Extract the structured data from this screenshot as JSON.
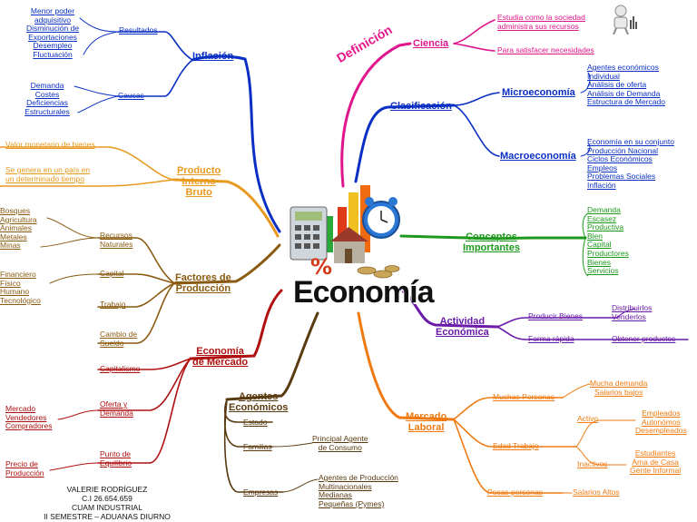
{
  "center": {
    "title": "Economía"
  },
  "definicion_label": "Definición",
  "colors": {
    "blue": "#0a2fc4",
    "magenta": "#e0168c",
    "green": "#1d9a1d",
    "purple": "#6a1aa8",
    "orange": "#f07a10",
    "brown": "#8a5a10",
    "darkred": "#b01010",
    "gold": "#e89a20",
    "darkbrown": "#5a3a10"
  },
  "inflacion": {
    "title": "Inflación",
    "resultados": {
      "label": "Resultados",
      "items": [
        "Menor poder",
        "adquisitivo",
        "Disminución de",
        "Exportaciones",
        "Desempleo",
        "Fluctuación"
      ]
    },
    "causas": {
      "label": "Causas",
      "items": [
        "Demanda",
        "Costes",
        "Deficiencias",
        "Estructurales"
      ]
    }
  },
  "pib": {
    "title": [
      "Producto",
      "Interno",
      "Bruto"
    ],
    "items": [
      [
        "Valor monetario de bienes"
      ],
      [
        "Se genera en un país en",
        "un determinado tiempo"
      ]
    ]
  },
  "factores": {
    "title": [
      "Factores de",
      "Producción"
    ],
    "recursos": {
      "label": [
        "Recursos",
        "Naturales"
      ],
      "items": [
        "Bosques",
        "Agricultura",
        "Animales",
        "Metales",
        "Minas"
      ]
    },
    "capital": {
      "label": "Capital",
      "items": [
        "Financiero",
        "Físico",
        "Humano",
        "Tecnológico"
      ]
    },
    "trabajo": "Trabajo",
    "cambio": [
      "Cambio de",
      "Sueldo"
    ]
  },
  "economia_mercado": {
    "title": [
      "Economía",
      "de Mercado"
    ],
    "capitalismo": "Capitalismo",
    "oferta": {
      "label": [
        "Oferta y",
        "Demanda"
      ],
      "items": [
        "Mercado",
        "Vendedores",
        "Compradores"
      ]
    },
    "punto": {
      "label": [
        "Punto de",
        "Equilibrio"
      ],
      "items": [
        "Precio de",
        "Producción"
      ]
    }
  },
  "agentes": {
    "title": [
      "Agentes",
      "Económicos"
    ],
    "estado": "Estado",
    "familias": {
      "label": "Familias",
      "items": [
        "Principal Agente",
        "de Consumo"
      ]
    },
    "empresas": {
      "label": "Empresas",
      "items": [
        "Agentes de Producción",
        "Multinacionales",
        "Medianas",
        "Pequeñas (Pymes)"
      ]
    }
  },
  "ciencia": {
    "title": "Ciencia",
    "items": [
      [
        "Estudia como la sociedad",
        "administra sus recursos"
      ],
      [
        "Para satisfacer necesidades"
      ]
    ]
  },
  "clasificacion": {
    "title": "Clasificación",
    "micro": {
      "label": "Microeconomía",
      "items": [
        "Agentes económicos",
        "Individual",
        "Análisis de oferta",
        "Análisis de Demanda",
        "Estructura de Mercado"
      ]
    },
    "macro": {
      "label": "Macroeconomía",
      "items": [
        "Economía en su conjunto",
        "Producción Nacional",
        "Ciclos Económicos",
        "Empleos",
        "Problemas Sociales",
        "Inflación"
      ]
    }
  },
  "conceptos": {
    "title": [
      "Conceptos",
      "Importantes"
    ],
    "items": [
      "Demanda",
      "Escasez",
      "Productiva",
      "Bien",
      "Capital",
      "Productores",
      "Bienes",
      "Servicios"
    ]
  },
  "actividad": {
    "title": [
      "Actividad",
      "Económica"
    ],
    "producir": {
      "label": "Producir Bienes",
      "items": [
        "Distribuirlos",
        "Venderlos"
      ]
    },
    "forma": {
      "label": "Forma rápida",
      "items": [
        "Obtener productos"
      ]
    }
  },
  "mercado_laboral": {
    "title": [
      "Mercado",
      "Laboral"
    ],
    "muchas": {
      "label": "Muchas Personas",
      "items": [
        "Mucha demanda",
        "Salarios bajos"
      ]
    },
    "edad": {
      "label": "Edad Trabajo",
      "activo": {
        "label": "Activo",
        "items": [
          "Empleados",
          "Autonómos",
          "Desempleados"
        ]
      },
      "inactivo": {
        "label": "Inactivos",
        "items": [
          "Estudiantes",
          "Ama de Casa",
          "Gente Informal"
        ]
      }
    },
    "pocas": {
      "label": "Pocas personas",
      "items": [
        "Salarios Altos"
      ]
    }
  },
  "credits": [
    "VALERIE RODRÍGUEZ",
    "C.I 26.654.659",
    "CUAM INDUSTRIAL",
    "II SEMESTRE – ADUANAS DIURNO"
  ]
}
